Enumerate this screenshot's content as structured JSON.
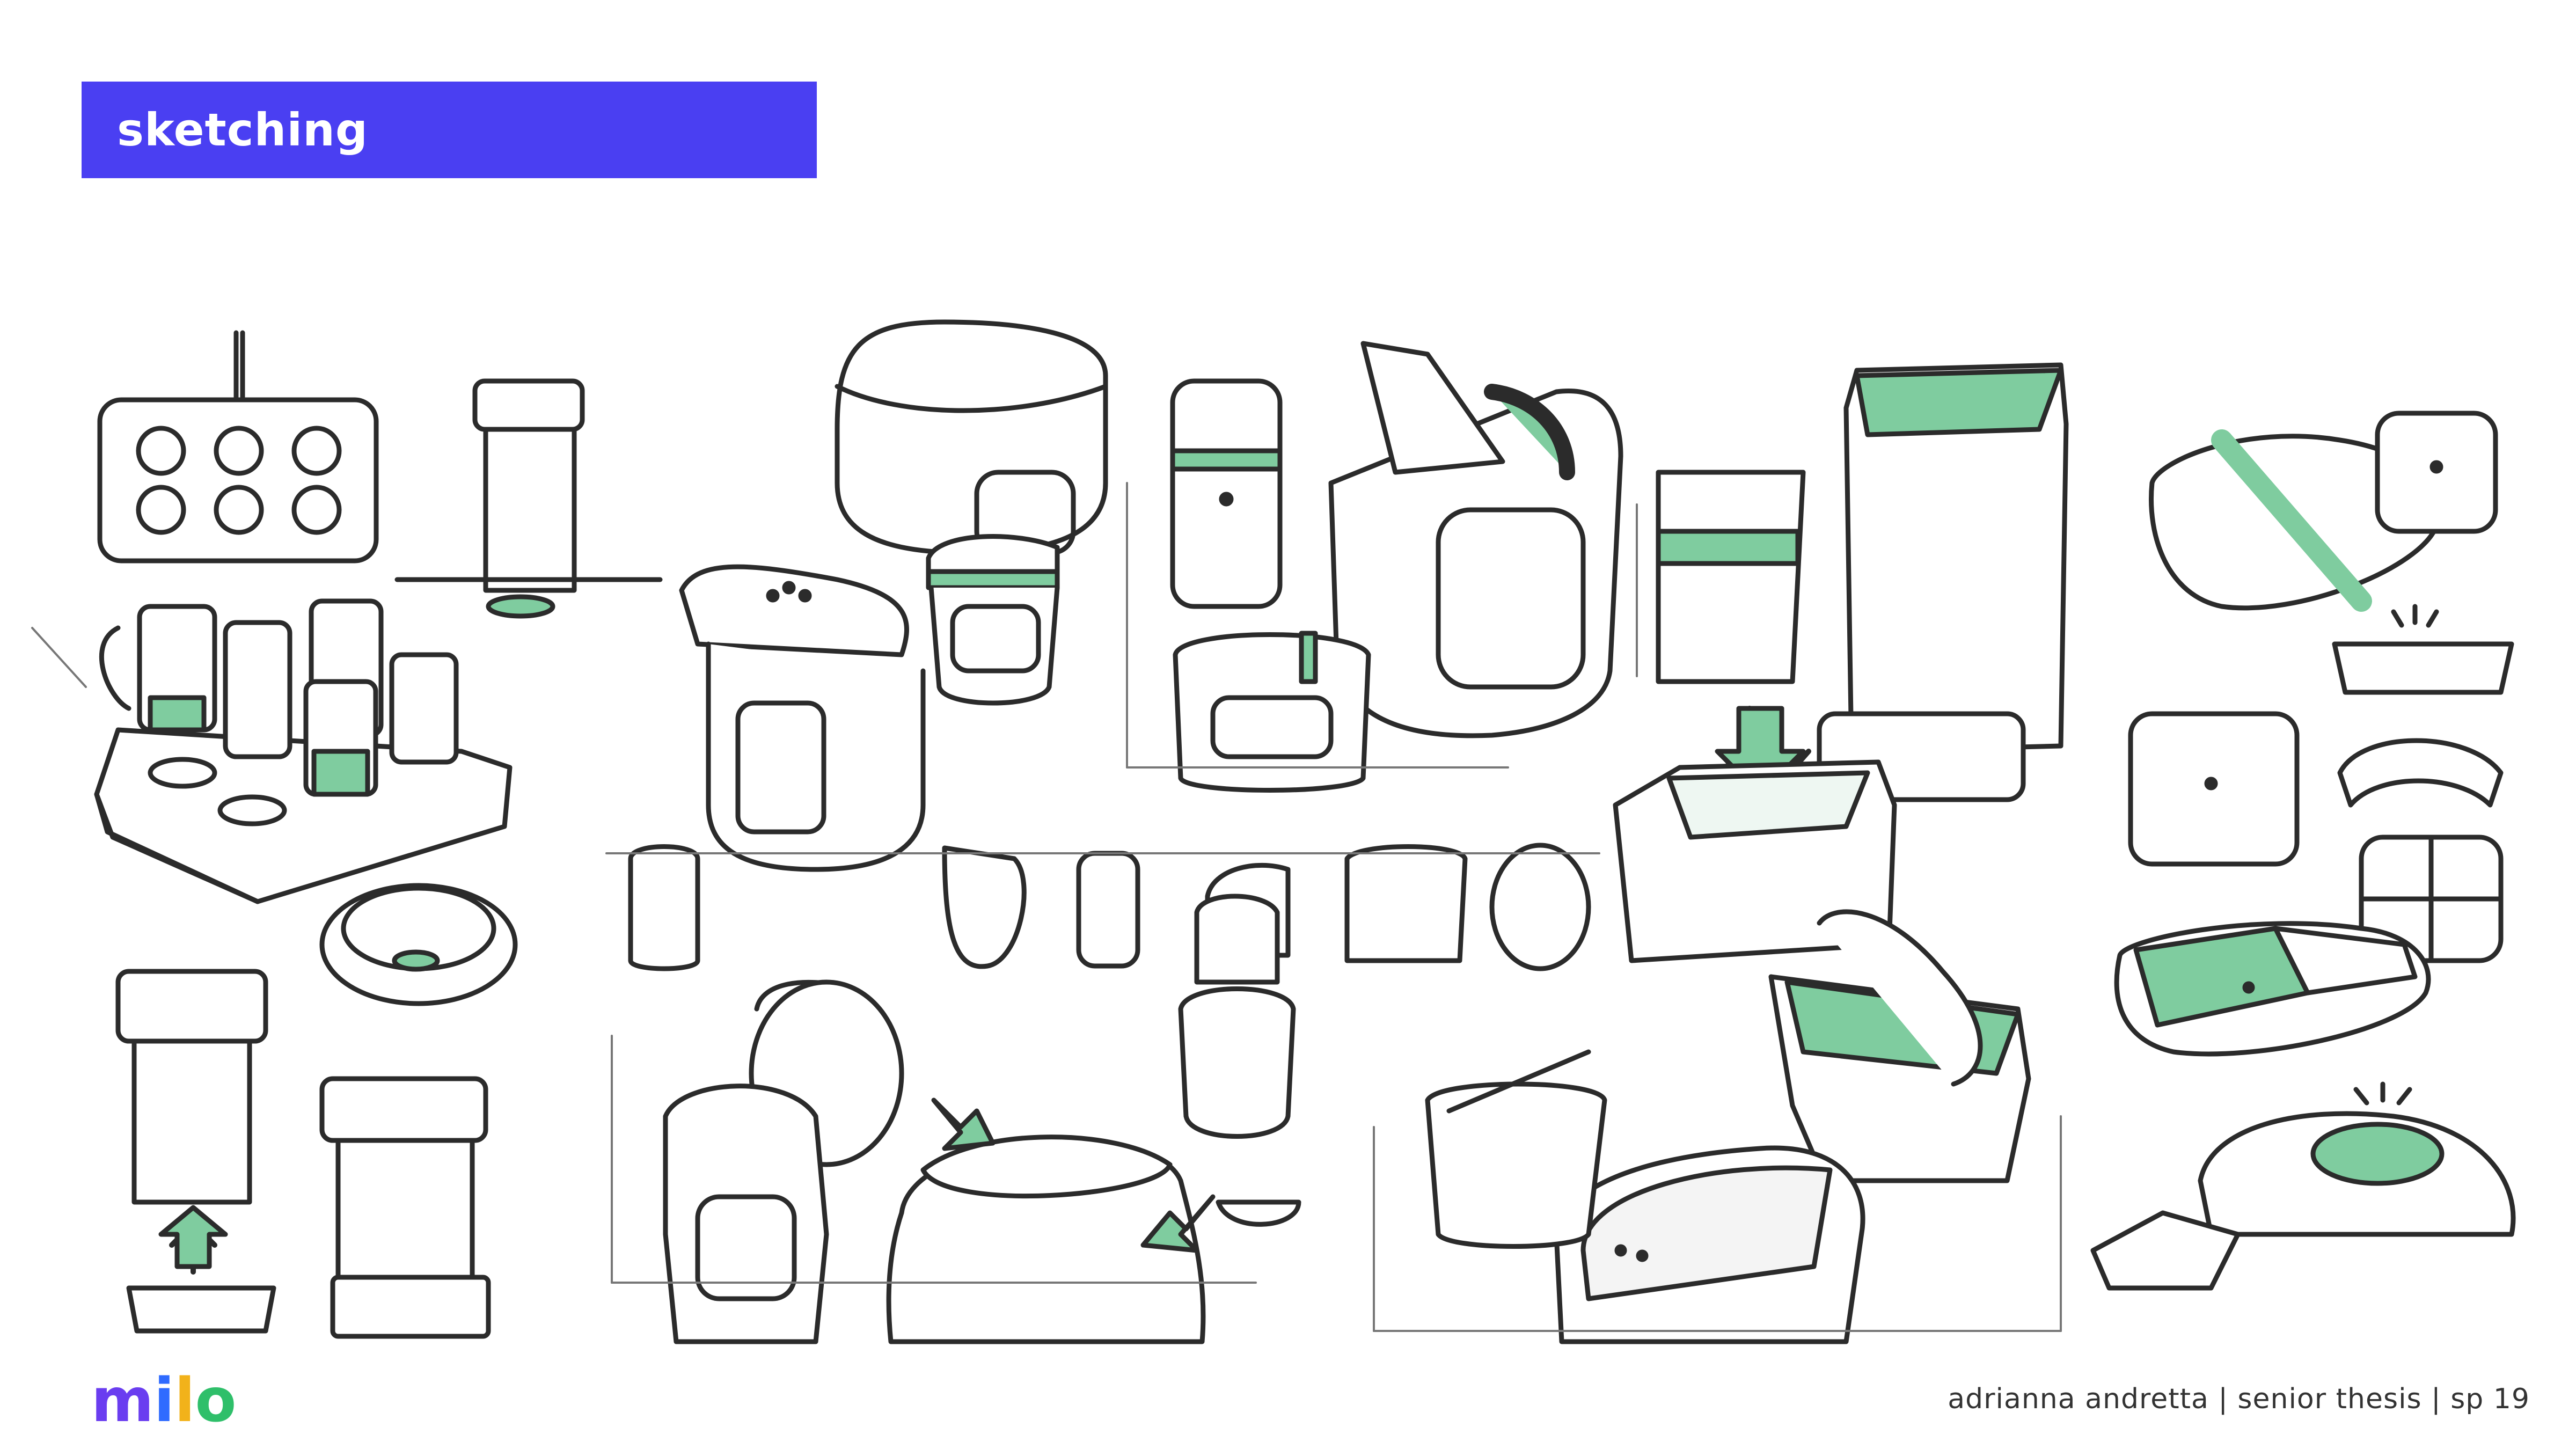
{
  "slide": {
    "title": "sketching"
  },
  "logo": {
    "letters": [
      "m",
      "i",
      "l",
      "o"
    ],
    "colors": [
      "#6a3df0",
      "#2f6bff",
      "#f2b21a",
      "#2fbf6a"
    ]
  },
  "footer": {
    "credit": "adrianna andretta  |  senior thesis  |  sp 19"
  },
  "palette": {
    "accent": "#4a3ff2",
    "sketch_green": "#5cbf8a",
    "ink": "#2b2b2b"
  }
}
